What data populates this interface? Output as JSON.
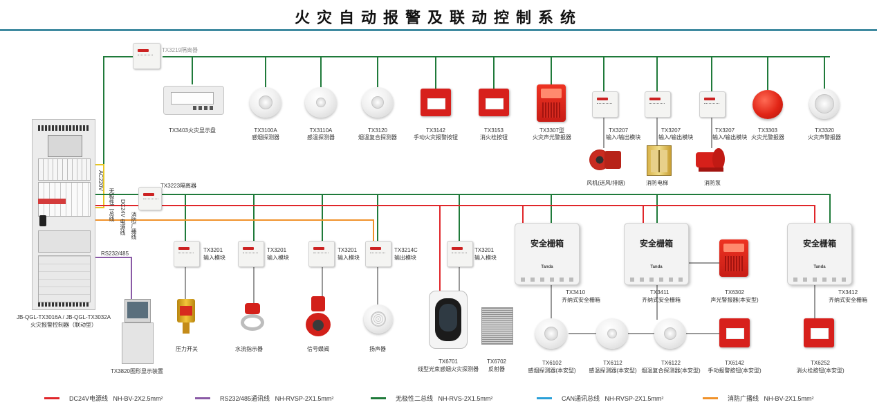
{
  "title": "火灾自动报警及联动控制系统",
  "colors": {
    "dc24v": "#e0262a",
    "rs485": "#8a5aa6",
    "bus": "#1f7a3a",
    "can": "#2aa0d8",
    "broadcast": "#f0922a",
    "yellow": "#e7c623"
  },
  "isolators": {
    "top": "TX3219隔离器",
    "middle": "TX3223隔离器"
  },
  "bus_labels": {
    "nonpolar": "无极性二总线",
    "ac220": "AC220V",
    "dc24": "DC24V 电源线",
    "broadcast": "消防广播线",
    "rs": "RS232/485"
  },
  "top_devices": [
    {
      "model": "TX3403火灾显示盘",
      "desc": "",
      "icon": "display-panel-icon"
    },
    {
      "model": "TX3100A",
      "desc": "感烟探测器",
      "icon": "smoke-detector-icon"
    },
    {
      "model": "TX3110A",
      "desc": "感温探测器",
      "icon": "heat-detector-icon"
    },
    {
      "model": "TX3120",
      "desc": "烟温复合探测器",
      "icon": "combo-detector-icon"
    },
    {
      "model": "TX3142",
      "desc": "手动火灾报警按钮",
      "icon": "manual-call-point-icon"
    },
    {
      "model": "TX3153",
      "desc": "消火栓按钮",
      "icon": "hydrant-button-icon"
    },
    {
      "model": "TX3307型",
      "desc": "火灾声光警报器",
      "icon": "sounder-strobe-icon"
    },
    {
      "model": "TX3207",
      "desc": "输入/输出模块",
      "icon": "io-module-icon"
    },
    {
      "model": "TX3207",
      "desc": "输入/输出模块",
      "icon": "io-module-icon"
    },
    {
      "model": "TX3207",
      "desc": "输入/输出模块",
      "icon": "io-module-icon"
    },
    {
      "model": "TX3303",
      "desc": "火灾光警报器",
      "icon": "strobe-icon"
    },
    {
      "model": "TX3320",
      "desc": "火灾声警报器",
      "icon": "sounder-icon"
    }
  ],
  "linked_equipment": [
    {
      "label": "风机(送风/排烟)",
      "icon": "fan-icon"
    },
    {
      "label": "消防电梯",
      "icon": "elevator-icon"
    },
    {
      "label": "消防泵",
      "icon": "pump-icon"
    }
  ],
  "controller": {
    "line1": "JB-QGL-TX3016A / JB-QGL-TX3032A",
    "line2": "火灾报警控制器（联动型）"
  },
  "graphic_display": {
    "label": "TX3820图形显示装置"
  },
  "bottom_modules": [
    {
      "model": "TX3201",
      "desc": "输入模块",
      "device": "压力开关",
      "device_icon": "pressure-switch-icon"
    },
    {
      "model": "TX3201",
      "desc": "输入模块",
      "device": "水流指示器",
      "device_icon": "flow-indicator-icon"
    },
    {
      "model": "TX3201",
      "desc": "输入模块",
      "device": "信号蝶阀",
      "device_icon": "butterfly-valve-icon"
    },
    {
      "model": "TX3214C",
      "desc": "输出模块",
      "device": "扬声器",
      "device_icon": "speaker-icon"
    },
    {
      "model": "TX3201",
      "desc": "输入模块",
      "device": "",
      "device_icon": ""
    }
  ],
  "beam_detector": {
    "emitter_model": "TX6701",
    "emitter_desc": "线型光束感烟火灾探测器",
    "reflector_model": "TX6702",
    "reflector_desc": "反射器"
  },
  "safety_boxes": [
    {
      "title": "安全栅箱",
      "brand": "Tanda",
      "model": "TX3410",
      "desc": "齐纳式安全栅箱"
    },
    {
      "title": "安全栅箱",
      "brand": "Tanda",
      "model": "TX3411",
      "desc": "齐纳式安全栅箱"
    },
    {
      "title": "安全栅箱",
      "brand": "Tanda",
      "model": "TX3412",
      "desc": "齐纳式安全栅箱"
    }
  ],
  "intrinsic_devices": [
    {
      "model": "TX6102",
      "desc": "感烟探测器(本安型)",
      "icon": "smoke-detector-icon"
    },
    {
      "model": "TX6112",
      "desc": "感温探测器(本安型)",
      "icon": "heat-detector-icon"
    },
    {
      "model": "TX6122",
      "desc": "烟温复合探测器(本安型)",
      "icon": "combo-detector-icon"
    },
    {
      "model": "TX6142",
      "desc": "手动报警按钮(本安型)",
      "icon": "manual-call-point-icon"
    },
    {
      "model": "TX6302",
      "desc": "声光警报器(本安型)",
      "icon": "sounder-strobe-icon"
    },
    {
      "model": "TX6252",
      "desc": "消火栓按钮(本安型)",
      "icon": "hydrant-button-icon"
    }
  ],
  "legend": [
    {
      "name": "DC24V电源线",
      "spec": "NH-BV-2X2.5mm²",
      "color": "#e0262a"
    },
    {
      "name": "RS232/485通讯线",
      "spec": "NH-RVSP-2X1.5mm²",
      "color": "#8a5aa6"
    },
    {
      "name": "无极性二总线",
      "spec": "NH-RVS-2X1.5mm²",
      "color": "#1f7a3a"
    },
    {
      "name": "CAN通讯总线",
      "spec": "NH-RVSP-2X1.5mm²",
      "color": "#2aa0d8"
    },
    {
      "name": "消防广播线",
      "spec": "NH-BV-2X1.5mm²",
      "color": "#f0922a"
    }
  ]
}
